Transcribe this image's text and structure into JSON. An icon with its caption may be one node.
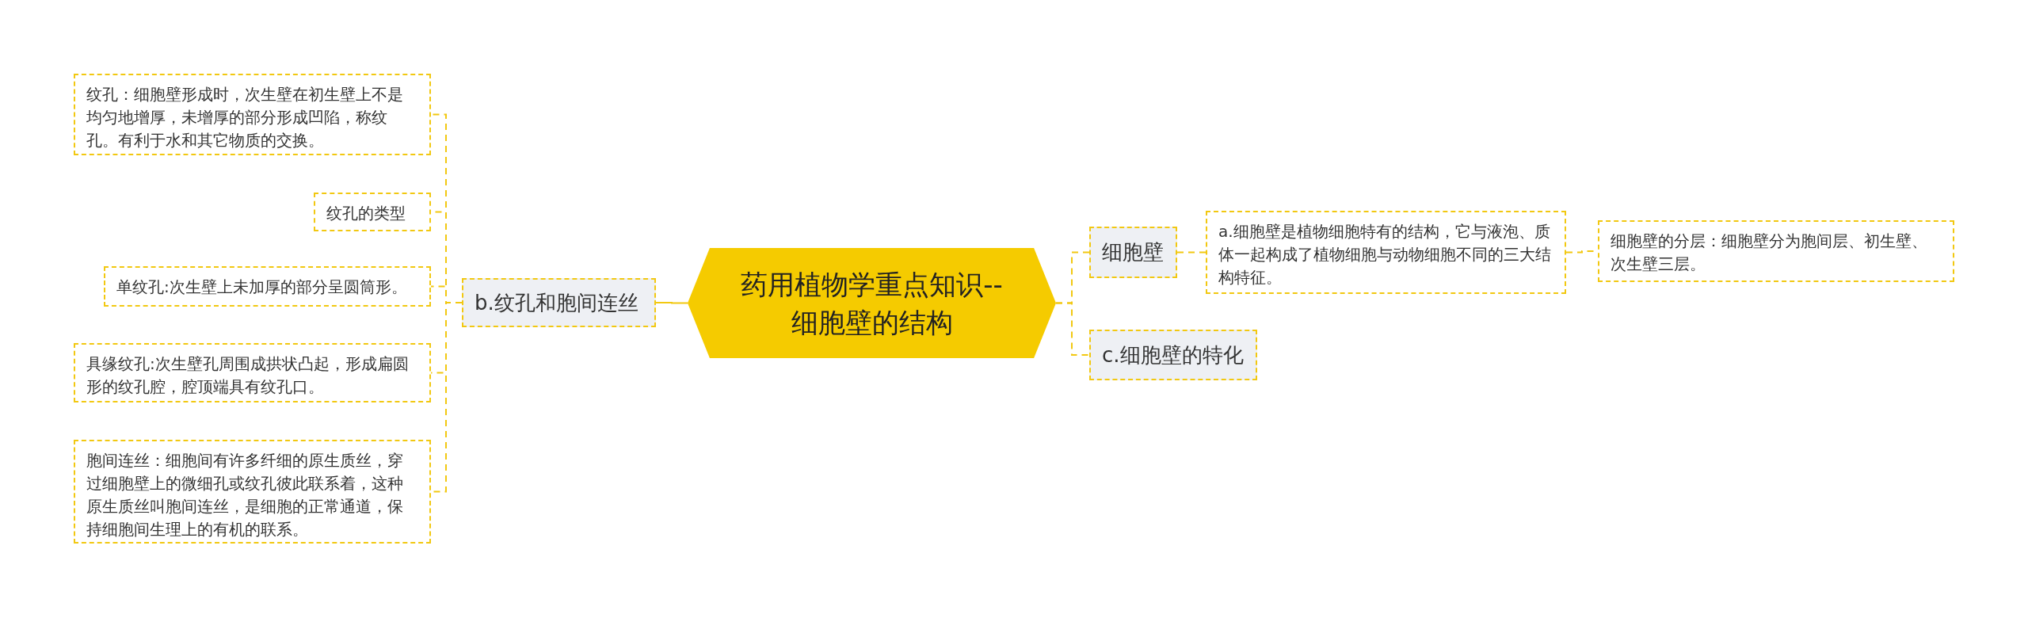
{
  "diagram": {
    "nodes": [
      {
        "text": [
          "药用植物学重点知识--细胞壁的结构"
        ]
      },
      {
        "text": [
          "细胞壁"
        ]
      },
      {
        "text": [
          "a.细胞壁是植物细胞特有的结构，它与液泡、质体一起构成了植物细胞与动物细胞不同的三大结构特征。"
        ]
      },
      {
        "text": [
          "细胞壁的分层：细胞壁分为胞间层、初生壁、次生壁三层。"
        ]
      },
      {
        "text": [
          "c.细胞壁的特化"
        ]
      },
      {
        "text": [
          "b.纹孔和胞间连丝"
        ]
      },
      {
        "text": [
          "纹孔：细胞壁形成时，次生壁在初生壁上不是均匀地增厚，未增厚的部分形成凹陷，称纹孔。有利于水和其它物质的交换。"
        ]
      },
      {
        "text": [
          "纹孔的类型"
        ]
      },
      {
        "text": [
          "单纹孔:次生壁上未加厚的部分呈圆筒形。"
        ]
      },
      {
        "text": [
          "具缘纹孔:次生壁孔周围成拱状凸起，形成扁圆形的纹孔腔，腔顶端具有纹孔口。"
        ]
      },
      {
        "text": [
          "胞间连丝：细胞间有许多纤细的原生质丝，穿过细胞壁上的微细孔或纹孔彼此联系着，这种原生质丝叫胞间连丝，是细胞的正常通道，保持细胞间生理上的有机的联系。"
        ]
      }
    ],
    "edges": [
      {
        "from": 0,
        "to": 1,
        "arrow": "none",
        "style": "dashed"
      },
      {
        "from": 1,
        "to": 2,
        "arrow": "none",
        "style": "dashed"
      },
      {
        "from": 2,
        "to": 3,
        "arrow": "none",
        "style": "dashed"
      },
      {
        "from": 0,
        "to": 4,
        "arrow": "none",
        "style": "dashed"
      },
      {
        "from": 0,
        "to": 5,
        "arrow": "none"
      },
      {
        "from": 5,
        "to": 6,
        "arrow": "none",
        "style": "dashed"
      },
      {
        "from": 5,
        "to": 7,
        "arrow": "none",
        "style": "dashed"
      },
      {
        "from": 5,
        "to": 8,
        "arrow": "none",
        "style": "dashed"
      },
      {
        "from": 5,
        "to": 9,
        "arrow": "none",
        "style": "dashed"
      },
      {
        "from": 5,
        "to": 10,
        "arrow": "none",
        "style": "dashed"
      }
    ]
  }
}
